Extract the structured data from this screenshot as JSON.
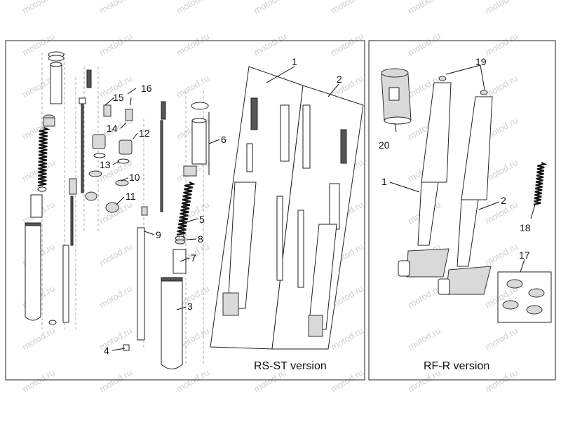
{
  "watermark": "motod.ru",
  "panels": {
    "left": {
      "version_label": "RS-ST version"
    },
    "right": {
      "version_label": "RF-R version"
    }
  },
  "callouts": {
    "c1": "1",
    "c2": "2",
    "c3": "3",
    "c4": "4",
    "c5": "5",
    "c6": "6",
    "c7": "7",
    "c8": "8",
    "c9": "9",
    "c10": "10",
    "c11": "11",
    "c12": "12",
    "c13": "13",
    "c14": "14",
    "c15": "15",
    "c16": "16",
    "r1": "1",
    "r2": "2",
    "r17": "17",
    "r18": "18",
    "r19": "19",
    "r20": "20"
  }
}
